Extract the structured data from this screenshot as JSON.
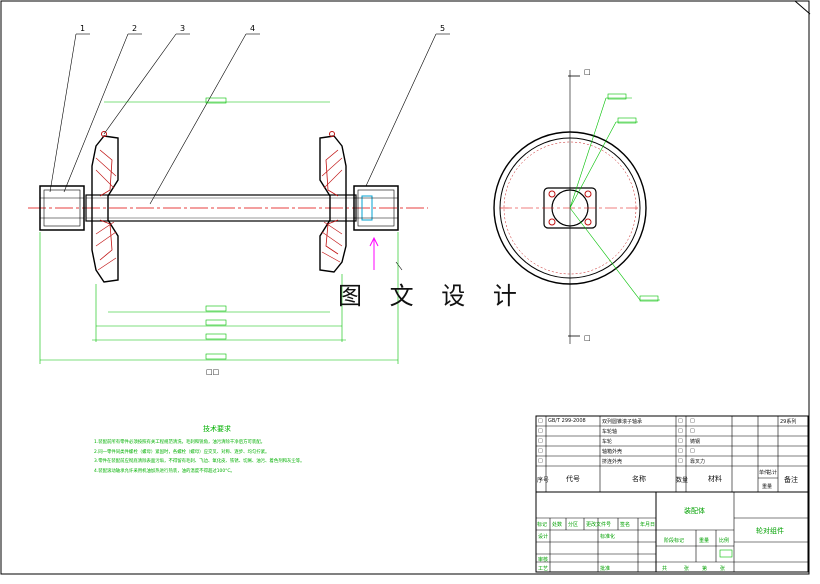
{
  "watermark": "图 文 设 计",
  "balloons": [
    "1",
    "2",
    "3",
    "4",
    "5"
  ],
  "view_labels": {
    "section_a_top": "□",
    "section_a_right": "□"
  },
  "dimension_boxes": [
    "□□"
  ],
  "technical_requirements": {
    "title": "技术要求",
    "items": [
      "1.装配前所有零件必须按照有关工程规范清洗，毛刺和锐角，油污清除干净后方可装配。",
      "2.同一零件同类件螺栓（螺母）紧固时，各螺栓（螺母）应交叉、对称、逐步、均匀拧紧。",
      "3.零件在装配前应彻底清除表面污垢，不得留有毛刺、飞边、氧化皮、铁锈、切屑、油污、着色剂和灰尘等。",
      "4.装配滚动轴承允许采用机油加热进行热装，油的温度不得超过100°C。"
    ]
  },
  "bom": {
    "rows": [
      {
        "index": "□",
        "code": "GB/T 299-2008",
        "name": "双列圆锥滚子轴承",
        "qty": "□",
        "material": "□",
        "mass": "",
        "remark": "29系列"
      },
      {
        "index": "□",
        "code": "",
        "name": "车轮轴",
        "qty": "□",
        "material": "□",
        "mass": "",
        "remark": ""
      },
      {
        "index": "□",
        "code": "",
        "name": "车轮",
        "qty": "□",
        "material": "铸钢",
        "mass": "",
        "remark": ""
      },
      {
        "index": "□",
        "code": "",
        "name": "轴箱外壳",
        "qty": "□",
        "material": "□",
        "mass": "",
        "remark": ""
      },
      {
        "index": "□",
        "code": "",
        "name": "挤连外壳",
        "qty": "□",
        "material": "靠叉力",
        "mass": "",
        "remark": ""
      }
    ],
    "header": {
      "index": "序号",
      "code": "代号",
      "name": "名称",
      "qty": "数量",
      "material": "材料",
      "single": "单件",
      "total": "总计",
      "mass": "重量",
      "remark": "备注"
    }
  },
  "title_block": {
    "drawing_title": "装配体",
    "part_name": "轮对组件",
    "marks": "标记",
    "count": "处数",
    "zone": "分区",
    "change_doc": "更改文件号",
    "signature": "签名",
    "date": "年月日",
    "design": "设计",
    "standardize": "标准化",
    "stage_mark": "阶段标记",
    "weight": "重量",
    "scale": "比例",
    "review": "审核",
    "process": "工艺",
    "approve": "批准",
    "sheets_total": "共",
    "sheet": "张",
    "sheet_no": "第",
    "sheet_of": "张"
  },
  "colors": {
    "line": "#000000",
    "center_line": "#e00000",
    "dimension": "#00c000",
    "highlight": "#ff00ff",
    "hatch": "#c01010",
    "cyan": "#00a0d0"
  }
}
